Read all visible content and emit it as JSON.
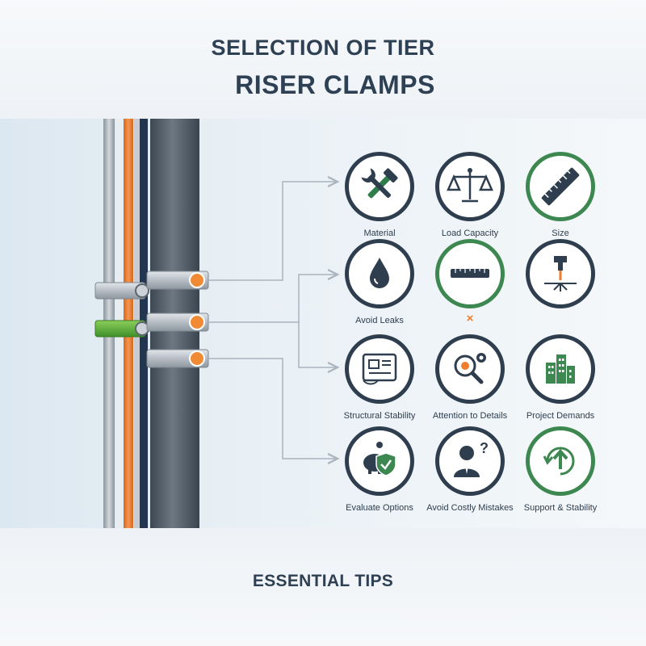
{
  "header": {
    "title_line1": "SELECTION OF TIER",
    "title_line2": "RISER CLAMPS"
  },
  "footer": {
    "title": "ESSENTIAL TIPS"
  },
  "colors": {
    "dark": "#2e3e4e",
    "green": "#3d8750",
    "orange": "#ef7d2d",
    "pipe_grey": "#5a6570"
  },
  "tips": [
    {
      "id": "material",
      "label": "Material",
      "icon": "hammer-wrench-icon",
      "ring": "dark"
    },
    {
      "id": "load-capacity",
      "label": "Load Capacity",
      "icon": "balance-scale-icon",
      "ring": "dark"
    },
    {
      "id": "size",
      "label": "Size",
      "icon": "ruler-icon",
      "ring": "green"
    },
    {
      "id": "avoid-leaks",
      "label": "Avoid Leaks",
      "icon": "water-drop-icon",
      "ring": "dark"
    },
    {
      "id": "measure",
      "label": "×",
      "icon": "level-ruler-icon",
      "ring": "green"
    },
    {
      "id": "precision",
      "label": "",
      "icon": "laser-cut-icon",
      "ring": "dark"
    },
    {
      "id": "structural-stability",
      "label": "Structural Stability",
      "icon": "blueprint-icon",
      "ring": "dark"
    },
    {
      "id": "attention-to-details",
      "label": "Attention to Details",
      "icon": "magnifier-gear-icon",
      "ring": "dark"
    },
    {
      "id": "project-demands",
      "label": "Project Demands",
      "icon": "buildings-icon",
      "ring": "dark"
    },
    {
      "id": "evaluate-options",
      "label": "Evaluate Options",
      "icon": "piggy-shield-icon",
      "ring": "dark"
    },
    {
      "id": "avoid-costly-mistakes",
      "label": "Avoid Costly Mistakes",
      "icon": "person-question-icon",
      "ring": "dark"
    },
    {
      "id": "support-stability",
      "label": "Support & Stability",
      "icon": "circular-arrow-up-icon",
      "ring": "green"
    }
  ]
}
